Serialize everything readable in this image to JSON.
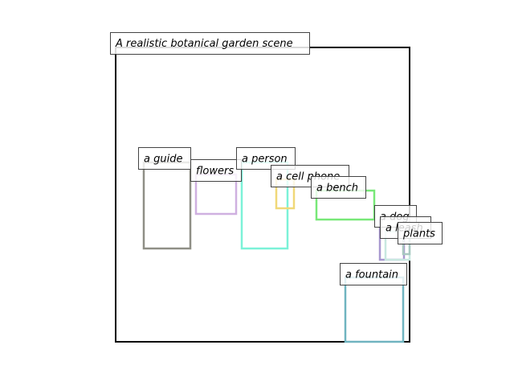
{
  "caption": "A realistic botanical garden scene",
  "boxes": [
    {
      "label": "a guide",
      "color": "#8f8f86"
    },
    {
      "label": "flowers",
      "color": "#cfb0e0"
    },
    {
      "label": "a person",
      "color": "#7cf2d8"
    },
    {
      "label": "a cell phone",
      "color": "#f0d878"
    },
    {
      "label": "a bench",
      "color": "#78e878"
    },
    {
      "label": "a dog",
      "color": "#a898d0"
    },
    {
      "label": "a leash",
      "color": "#c8e8e0"
    },
    {
      "label": "plants",
      "color": "#a8c8c0"
    },
    {
      "label": "a fountain",
      "color": "#70b4c0"
    }
  ]
}
